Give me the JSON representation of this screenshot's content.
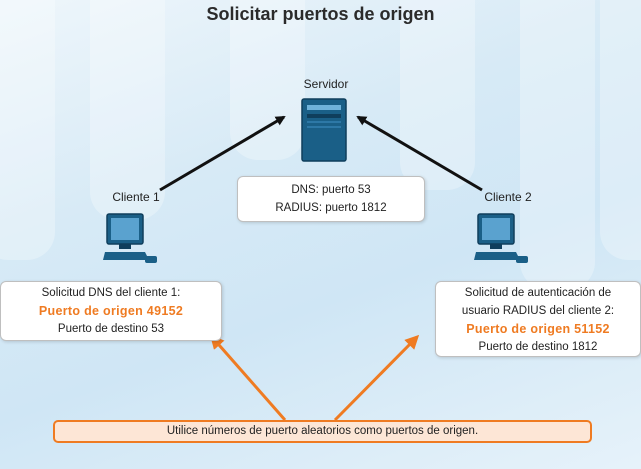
{
  "title": "Solicitar puertos de origen",
  "server": {
    "label": "Servidor"
  },
  "server_box": {
    "line1": "DNS: puerto 53",
    "line2": "RADIUS: puerto 1812"
  },
  "client1": {
    "label": "Cliente 1",
    "request": "Solicitud DNS del cliente 1:",
    "source_port": "Puerto de origen 49152",
    "dest_port": "Puerto de destino 53"
  },
  "client2": {
    "label": "Cliente 2",
    "request_line1": "Solicitud de autenticación de",
    "request_line2": "usuario RADIUS del cliente 2:",
    "source_port": "Puerto de origen 51152",
    "dest_port": "Puerto de destino 1812"
  },
  "note": "Utilice números de puerto aleatorios como puertos de origen.",
  "colors": {
    "accent": "#ef7b22",
    "device": "#1a5f87",
    "arrow_dark": "#111111"
  }
}
